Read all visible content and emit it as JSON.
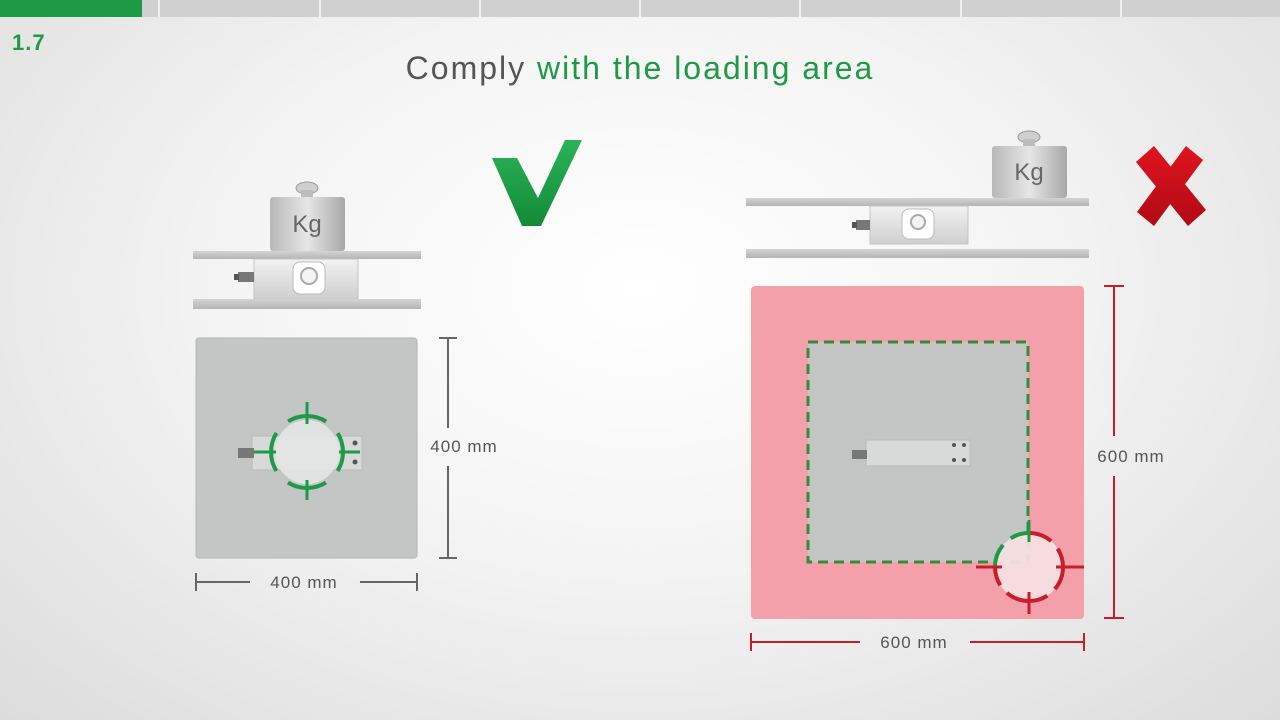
{
  "progress": {
    "segments": 8,
    "completed_fraction_of_first": 0.9,
    "active_color": "#1e9a46",
    "inactive_color": "#d0d0d0"
  },
  "section_number": "1.7",
  "title": {
    "prefix": "Comply ",
    "highlight": "with the loading area"
  },
  "correct_example": {
    "verdict_icon": "check-mark-icon",
    "verdict_color": "#1e9a46",
    "weight_label": "Kg",
    "width_label": "400 mm",
    "height_label": "400 mm",
    "target_color": "#1e9a46"
  },
  "incorrect_example": {
    "verdict_icon": "cross-mark-icon",
    "verdict_color": "#d0101c",
    "weight_label": "Kg",
    "width_label": "600 mm",
    "height_label": "600 mm",
    "outer_zone_color": "#f3a0aa",
    "inner_zone_border_color": "#3a8a3a",
    "target_colors": [
      "#1e9a46",
      "#c81e2a"
    ]
  }
}
